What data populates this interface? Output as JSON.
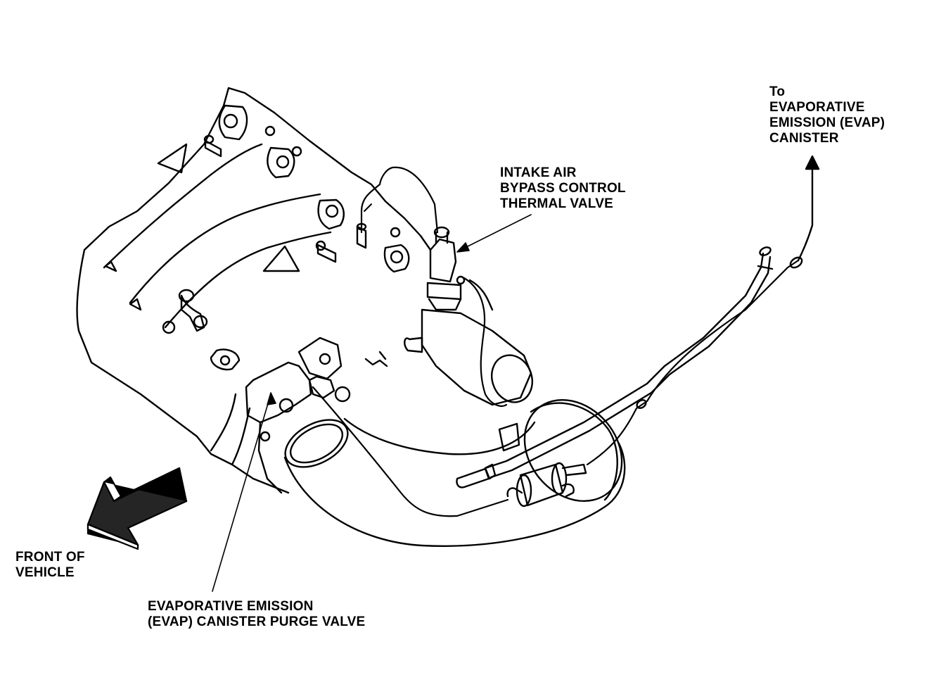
{
  "diagram": {
    "labels": {
      "canister": [
        "To",
        "EVAPORATIVE",
        "EMISSION (EVAP)",
        "CANISTER"
      ],
      "thermal_valve": [
        "INTAKE AIR",
        "BYPASS CONTROL",
        "THERMAL VALVE"
      ],
      "front": [
        "FRONT OF",
        "VEHICLE"
      ],
      "purge_valve": [
        "EVAPORATIVE EMISSION",
        "(EVAP) CANISTER PURGE VALVE"
      ]
    },
    "colors": {
      "ink": "#000000",
      "paper": "#ffffff"
    },
    "icons": [
      "direction-arrow-icon",
      "arrowhead-icon"
    ]
  }
}
